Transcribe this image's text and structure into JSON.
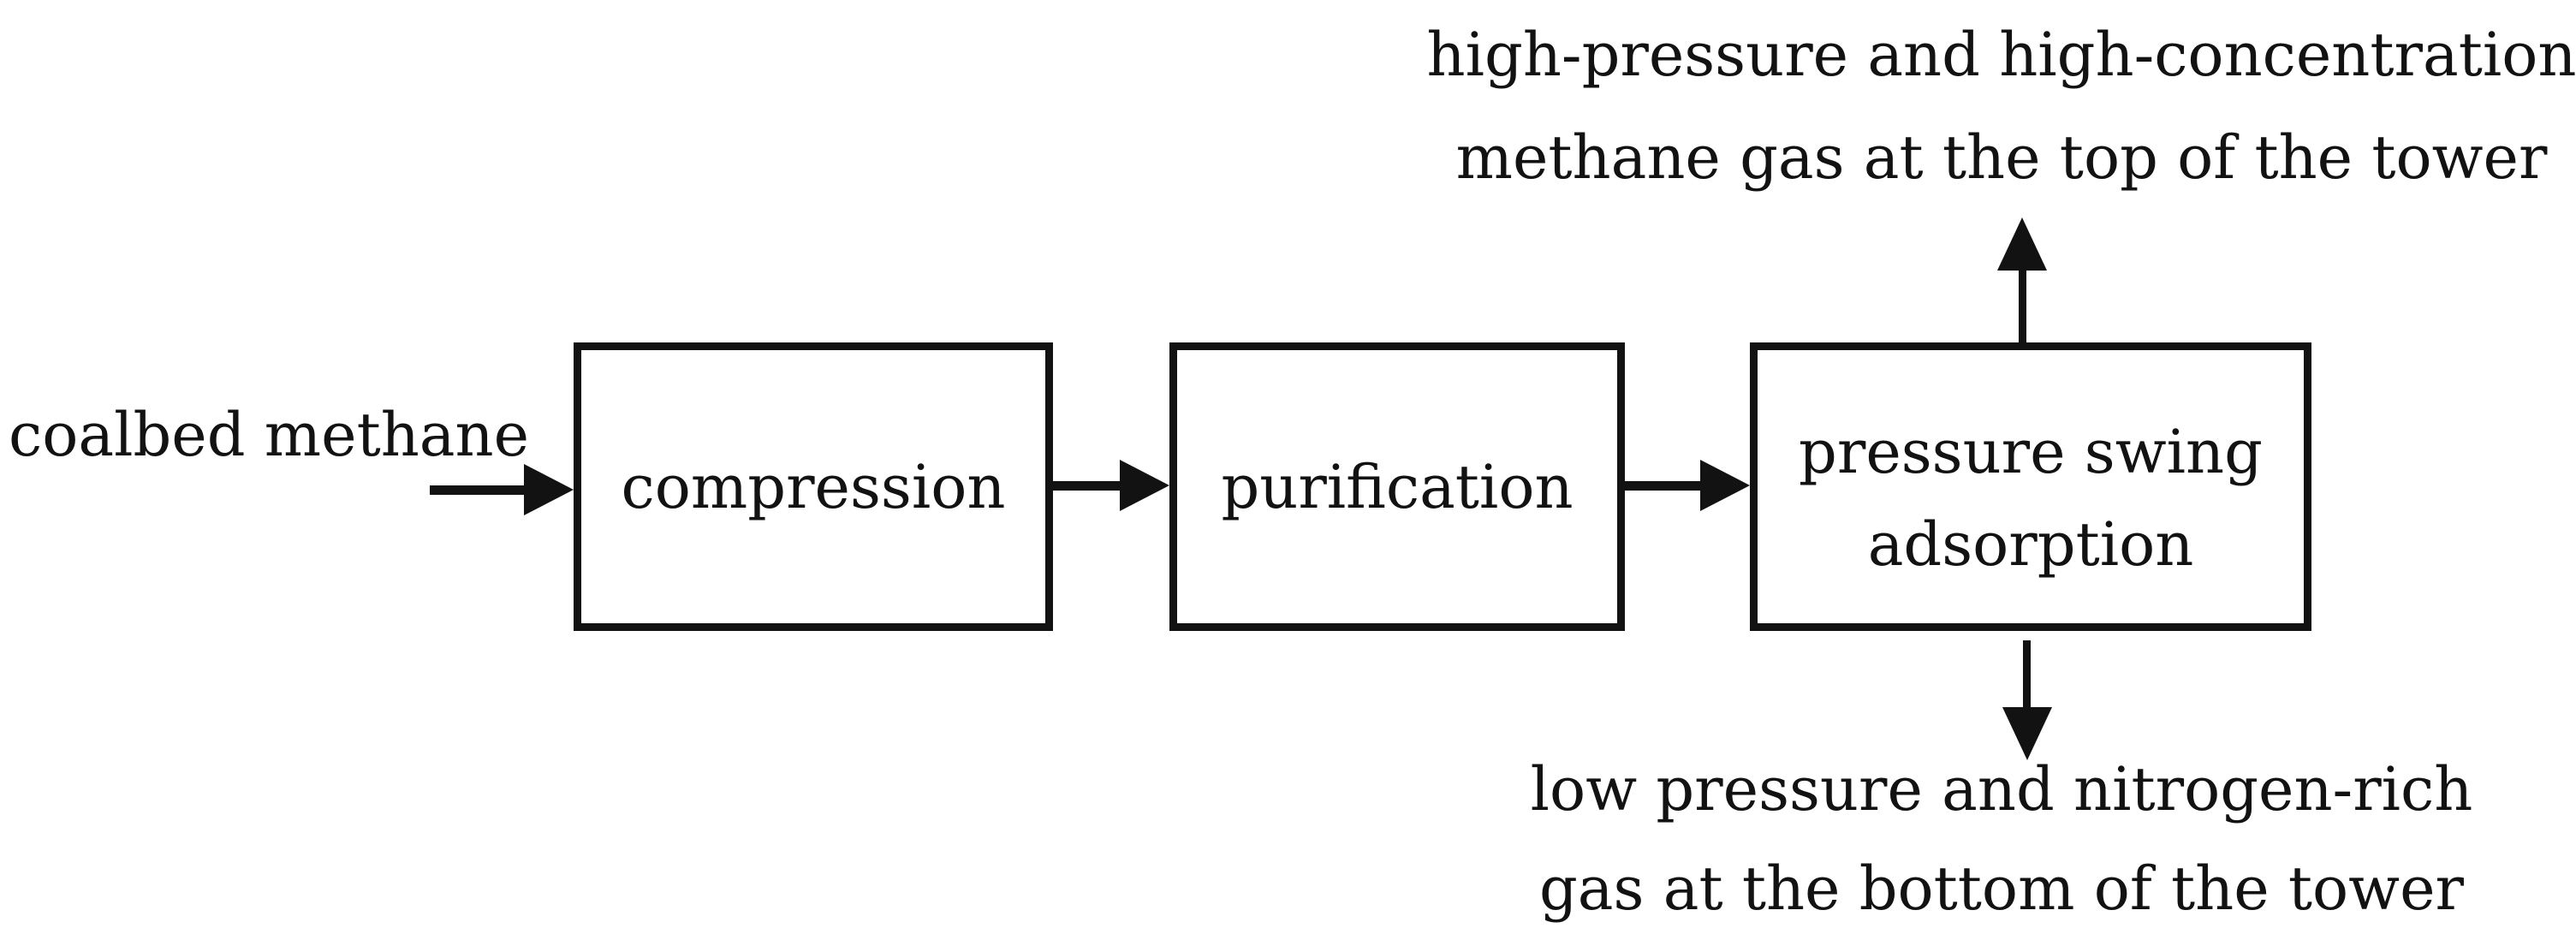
{
  "colors": {
    "ink": "#121212",
    "paper": "#ffffff"
  },
  "flow": {
    "source_label": "coalbed methane",
    "steps": [
      {
        "id": "compression",
        "label": "compression"
      },
      {
        "id": "purification",
        "label": "purification"
      },
      {
        "id": "psa",
        "label_lines": [
          "pressure swing",
          "adsorption"
        ]
      }
    ],
    "outputs": {
      "top": {
        "lines": [
          "high-pressure and high-concentration",
          "methane gas at the top of the tower"
        ]
      },
      "bottom": {
        "lines": [
          "low pressure and nitrogen-rich",
          "gas at the bottom of the tower"
        ]
      }
    }
  }
}
